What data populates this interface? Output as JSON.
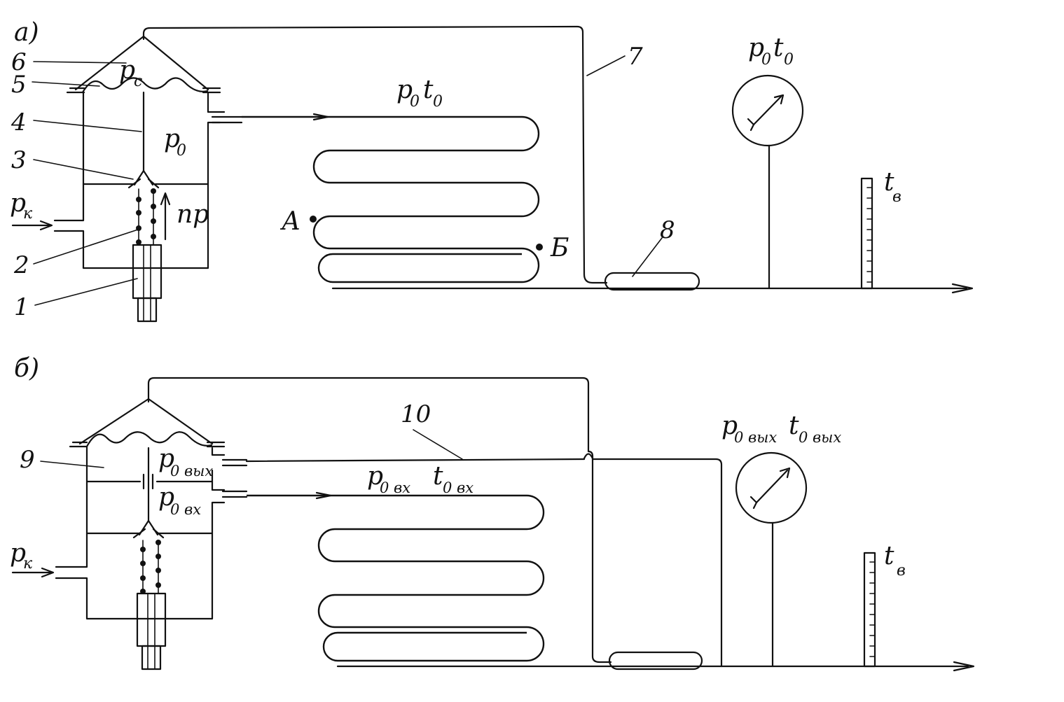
{
  "panels": {
    "a": {
      "tag": "а)"
    },
    "b": {
      "tag": "б)"
    }
  },
  "callouts": {
    "n1": "1",
    "n2": "2",
    "n3": "3",
    "n4": "4",
    "n5": "5",
    "n6": "6",
    "n7": "7",
    "n8": "8",
    "n9": "9",
    "n10": "10"
  },
  "labels": {
    "p": "p",
    "t": "t",
    "sub_c": "c",
    "sub_0": "0",
    "sub_k": "к",
    "sub_v": "в",
    "pr": "пр",
    "point_a": "А",
    "point_b": "Б",
    "sub_0vyh": "0 вых",
    "sub_0vx": "0 вх"
  }
}
